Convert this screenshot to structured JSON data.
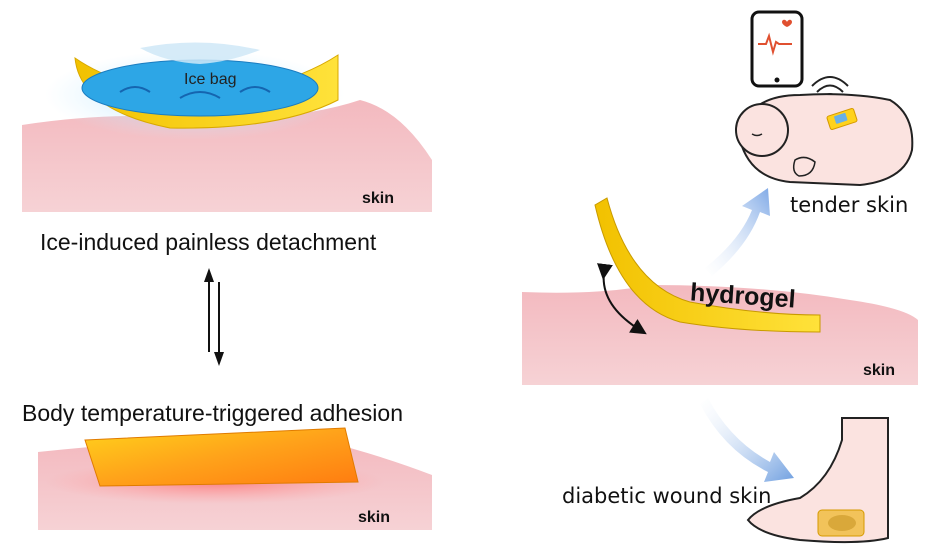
{
  "left": {
    "detach_caption": "Ice-induced painless detachment",
    "adhesion_caption": "Body temperature-triggered adhesion",
    "ice_bag_label": "Ice bag",
    "skin_label_top": "skin",
    "skin_label_bottom": "skin"
  },
  "right": {
    "hydrogel_label": "hydrogel",
    "skin_label": "skin",
    "tender_skin_label": "tender skin",
    "diabetic_label": "diabetic wound skin"
  }
}
